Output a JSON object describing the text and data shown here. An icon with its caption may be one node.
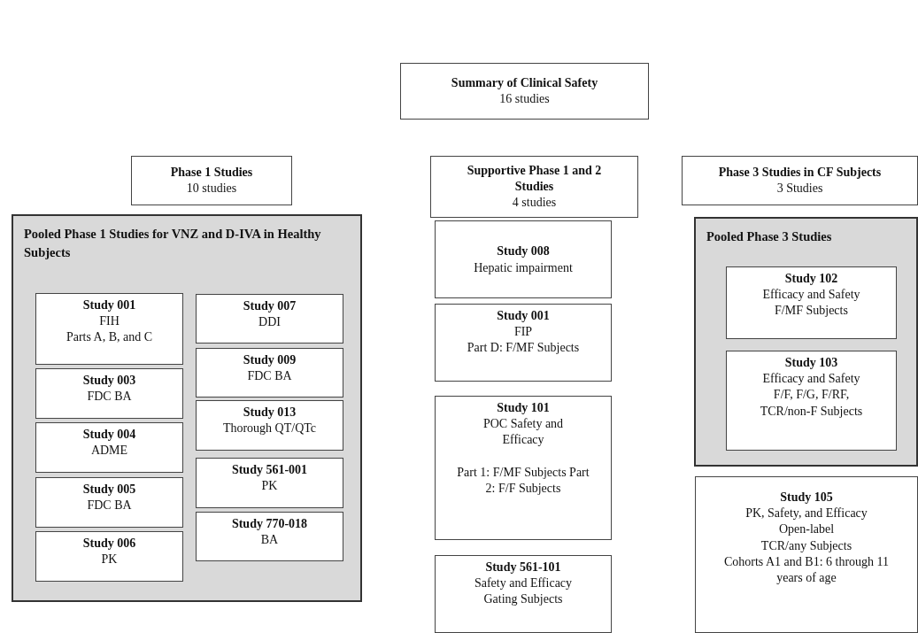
{
  "diagram": {
    "nodes": [
      {
        "text": [
          "Summary of Clinical Safety",
          "16 studies"
        ]
      },
      {
        "text": [
          "Phase 1 Studies",
          "10 studies"
        ]
      },
      {
        "text": [
          "Supportive Phase 1 and 2 Studies",
          "4 studies"
        ]
      },
      {
        "text": [
          "Phase 3 Studies in CF Subjects",
          "3 Studies"
        ]
      },
      {
        "text": [
          "Pooled Phase 1 Studies for VNZ and D-IVA in Healthy Subjects"
        ]
      },
      {
        "text": [
          "Study 001",
          "FIH",
          "Parts A, B, and C"
        ],
        "in": 4
      },
      {
        "text": [
          "Study 003",
          "FDC BA"
        ],
        "in": 4
      },
      {
        "text": [
          "Study 004",
          "ADME"
        ],
        "in": 4
      },
      {
        "text": [
          "Study 005",
          "FDC BA"
        ],
        "in": 4
      },
      {
        "text": [
          "Study 006",
          "PK"
        ],
        "in": 4
      },
      {
        "text": [
          "Study 007",
          "DDI"
        ],
        "in": 4
      },
      {
        "text": [
          "Study 009",
          "FDC BA"
        ],
        "in": 4
      },
      {
        "text": [
          "Study 013",
          "Thorough QT/QTc"
        ],
        "in": 4
      },
      {
        "text": [
          "Study 561-001",
          "PK"
        ],
        "in": 4
      },
      {
        "text": [
          "Study 770-018",
          "BA"
        ],
        "in": 4
      },
      {
        "text": [
          "Study 008",
          "Hepatic impairment"
        ]
      },
      {
        "text": [
          "Study 001",
          "FIP",
          "Part D: F/MF Subjects"
        ]
      },
      {
        "text": [
          "Study 101",
          "POC Safety and Efficacy",
          "Part 1: F/MF Subjects Part 2: F/F Subjects"
        ]
      },
      {
        "text": [
          "Study 561-101",
          "Safety and Efficacy",
          "Gating Subjects"
        ]
      },
      {
        "text": [
          "Pooled Phase 3 Studies"
        ]
      },
      {
        "text": [
          "Study 102",
          "Efficacy and Safety",
          "F/MF Subjects"
        ],
        "in": 19
      },
      {
        "text": [
          "Study 103",
          "Efficacy and Safety",
          "F/F, F/G, F/RF, TCR/non-F Subjects"
        ],
        "in": 19
      },
      {
        "text": [
          "Study 105",
          "PK, Safety, and Efficacy",
          "Open-label",
          "TCR/any Subjects",
          "Cohorts A1 and B1: 6 through 11 years of age"
        ]
      }
    ]
  }
}
